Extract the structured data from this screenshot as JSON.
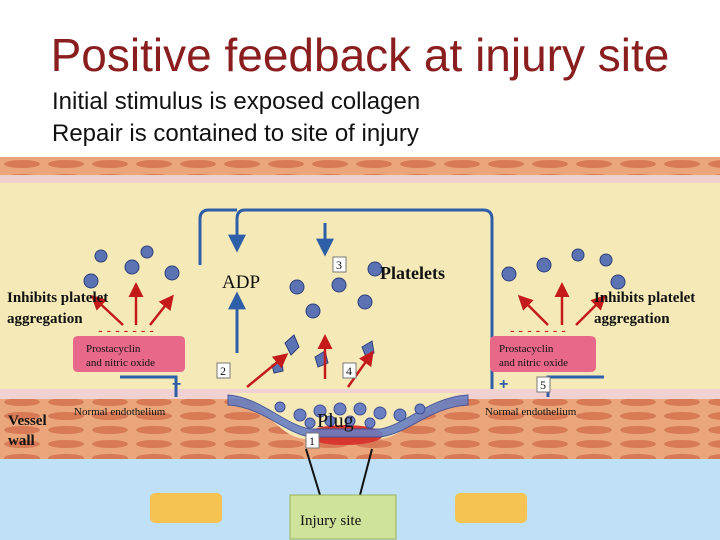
{
  "title": "Positive feedback at injury site",
  "subtitle_lines": [
    "Initial stimulus is exposed collagen",
    "Repair is contained to site of injury"
  ],
  "diagram": {
    "labels": {
      "adp": "ADP",
      "platelets": "Platelets",
      "inhibits_left_1": "Inhibits platelet",
      "inhibits_left_2": "aggregation",
      "inhibits_right_1": "Inhibits platelet",
      "inhibits_right_2": "aggregation",
      "prostacyclin_1": "Prostacyclin",
      "prostacyclin_2": "and nitric oxide",
      "normal_endothelium": "Normal endothelium",
      "vessel_1": "Vessel",
      "vessel_2": "wall",
      "plug": "Plug",
      "injury_site": "Injury site"
    },
    "step_numbers": [
      "1",
      "2",
      "3",
      "4",
      "5"
    ],
    "signs": {
      "plus": "+",
      "minus": "- - - - - - -"
    },
    "colors": {
      "plasma": "#f5e9b8",
      "vessel_wall": "#e8a070",
      "endothelium": "#f0d2d2",
      "arrow_blue": "#2d5ea8",
      "arrow_red": "#c41a1a",
      "platelet_blue": "#5b73b3",
      "prostacyclin_box": "#e8688a",
      "injury_box": "#cfe39a",
      "lumen": "#cde3f5",
      "outer_tissue": "#bfe0f7"
    }
  }
}
